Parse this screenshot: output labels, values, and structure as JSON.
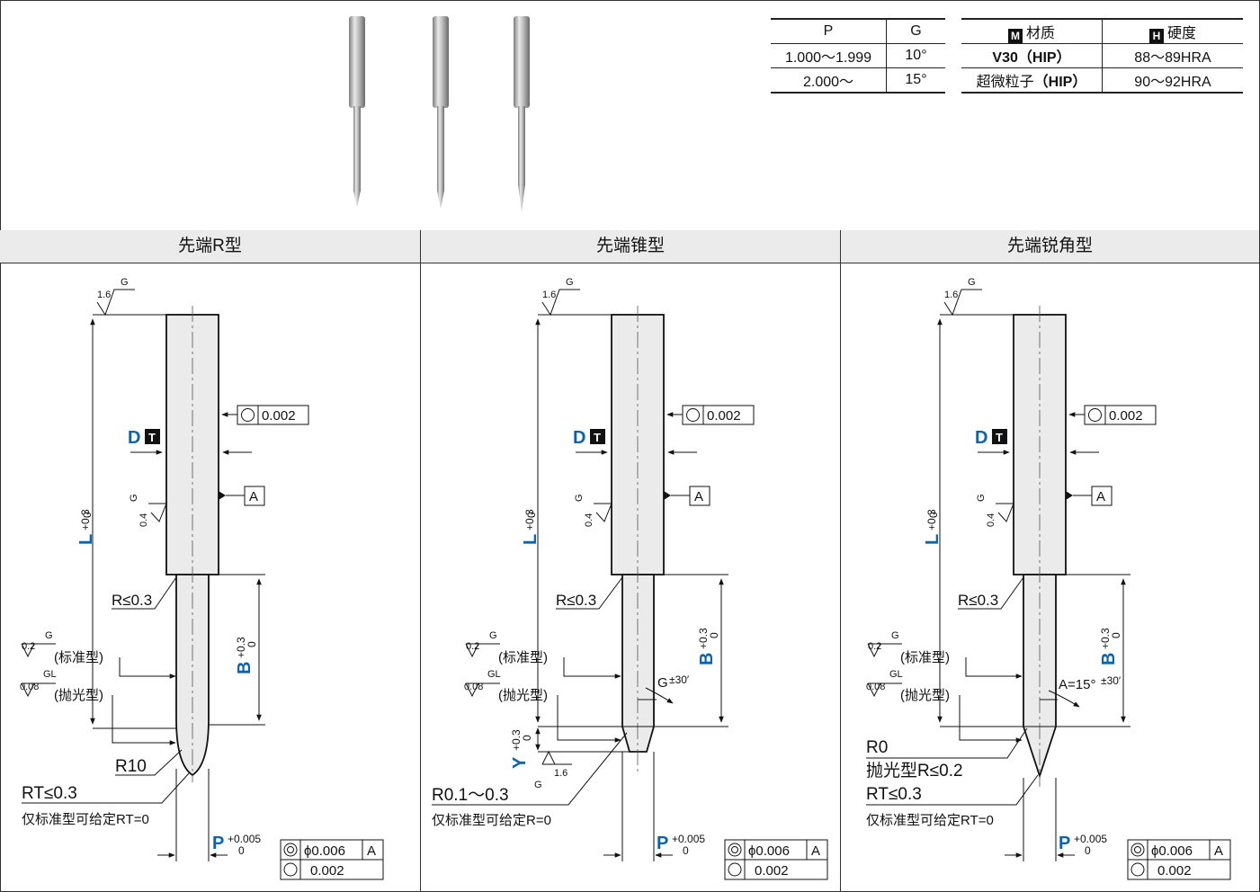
{
  "angle_table": {
    "headers": [
      "P",
      "G"
    ],
    "rows": [
      [
        "1.000〜1.999",
        "10°"
      ],
      [
        "2.000〜",
        "15°"
      ]
    ]
  },
  "material_table": {
    "badge_m": "M",
    "badge_h": "H",
    "header_material": "材质",
    "header_hardness": "硬度",
    "rows": [
      {
        "mat_prefix": "",
        "mat_main": "V30",
        "mat_paren": "（HIP）",
        "hardness": "88〜89HRA"
      },
      {
        "mat_prefix": "超微粒子",
        "mat_main": "",
        "mat_paren": "（HIP）",
        "hardness": "90〜92HRA"
      }
    ]
  },
  "panels": [
    {
      "title": "先端R型"
    },
    {
      "title": "先端锥型"
    },
    {
      "title": "先端锐角型"
    }
  ],
  "labels": {
    "ra16": "1.6",
    "G": "G",
    "GL": "GL",
    "ra04": "0.4",
    "ra02": "0.2",
    "ra008": "0.08",
    "std": "(标准型)",
    "pol": "(抛光型)",
    "D": "D",
    "T": "T",
    "L": "L",
    "B": "B",
    "P": "P",
    "Y": "Y",
    "tol_03": "+0.3",
    "tol_0": "0",
    "tol_0005": "+0.005",
    "coax": "0.002",
    "datum_A": "A",
    "runout": "0.006",
    "round2": "0.002",
    "shoulder_r": "R≤0.3",
    "p1_r10": "R10",
    "p1_rt": "RT≤0.3",
    "p1_note": "仅标准型可给定RT=0",
    "p2_g": "G",
    "p2_gtol": "±30′",
    "p2_r": "R0.1〜0.3",
    "p2_note": "仅标准型可给定R=0",
    "p2_ra": "1.6",
    "p3_a": "A=15°",
    "p3_atol": "±30′",
    "p3_r0": "R0",
    "p3_polr": "抛光型R≤0.2",
    "p3_rt": "RT≤0.3",
    "p3_note": "仅标准型可给定RT=0"
  }
}
